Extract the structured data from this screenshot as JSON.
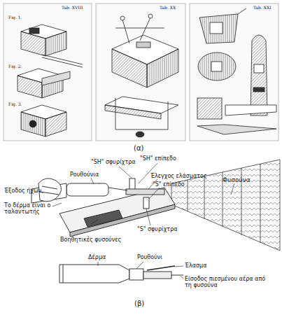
{
  "diagram": {
    "labels": [
      "Tab. XVIII",
      "Fig. 1.",
      "Fig. 2.",
      "Fig. 3.",
      "Tab. XX",
      "Tab. XXI",
      "(α)",
      "\"SH\" σφυρίχτρα",
      "\"SH\" επίπεδο",
      "Ρουθούνια",
      "Έλεγχος ελάσματος",
      "\"S\" επίπεδο",
      "Φυσούνα",
      "Έξοδος ήχων",
      "Το δέρμα είναι ο ταλαντωτής",
      "Βοηθητικές φυσούνες",
      "\"S\" σφυρίχτρα",
      "Δέρμα",
      "Ρουθούνι",
      "Έλασμα",
      "Είσοδος πιεσμένου αέρα από τη φυσούνα",
      "(β)"
    ]
  }
}
